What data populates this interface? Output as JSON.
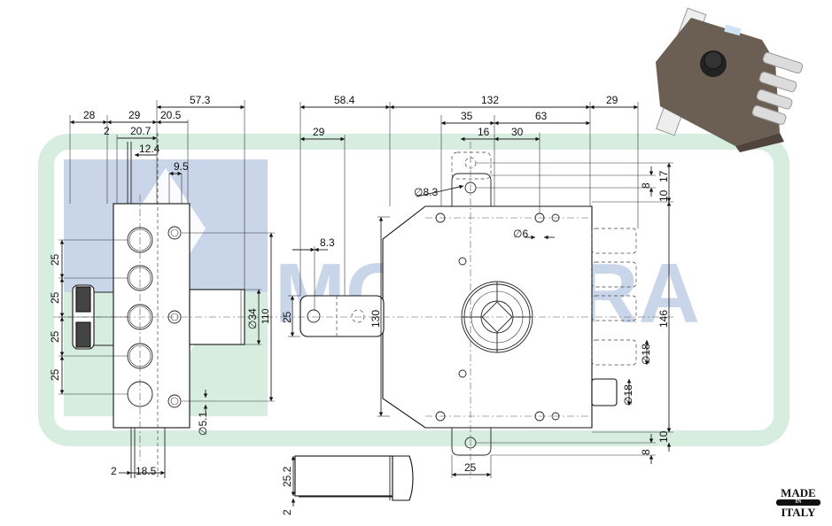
{
  "watermark": {
    "brand": "MOTTURA",
    "colors": {
      "blue": "#c9d6ea",
      "green": "#d6ede0"
    }
  },
  "badge": {
    "line1": "MADE",
    "line2": "IN",
    "line3": "ITALY"
  },
  "product_photo": {
    "description": "Mottura triple-bolt mortise lock, bronze case with chrome bolts",
    "case_color": "#6b5e52",
    "bolt_color": "#d8d8d8"
  },
  "dimensions": {
    "side_view": {
      "top": [
        "28",
        "29",
        "57.3",
        "2",
        "20.7",
        "20.5",
        "12.4",
        "9.5"
      ],
      "left_pitch": [
        "25",
        "25",
        "25",
        "25"
      ],
      "cylinder_dia": "∅34",
      "height": "110",
      "screw_dia": "∅5.1",
      "bottom": [
        "2",
        "18.5"
      ]
    },
    "front_view": {
      "top": [
        "58.4",
        "132",
        "29",
        "29",
        "35",
        "63",
        "16",
        "30"
      ],
      "strike_hole_dia": "∅8.3",
      "tab_offset": "8.3",
      "tab_height": "25",
      "case_height": "130",
      "mount_hole_dia": "∅6",
      "right": [
        "17",
        "8",
        "10",
        "146",
        "∅18",
        "∅18",
        "10",
        "8"
      ],
      "bottom_tab_width": "25"
    },
    "bolt_detail": {
      "height": "25.2",
      "thickness": "2"
    }
  }
}
